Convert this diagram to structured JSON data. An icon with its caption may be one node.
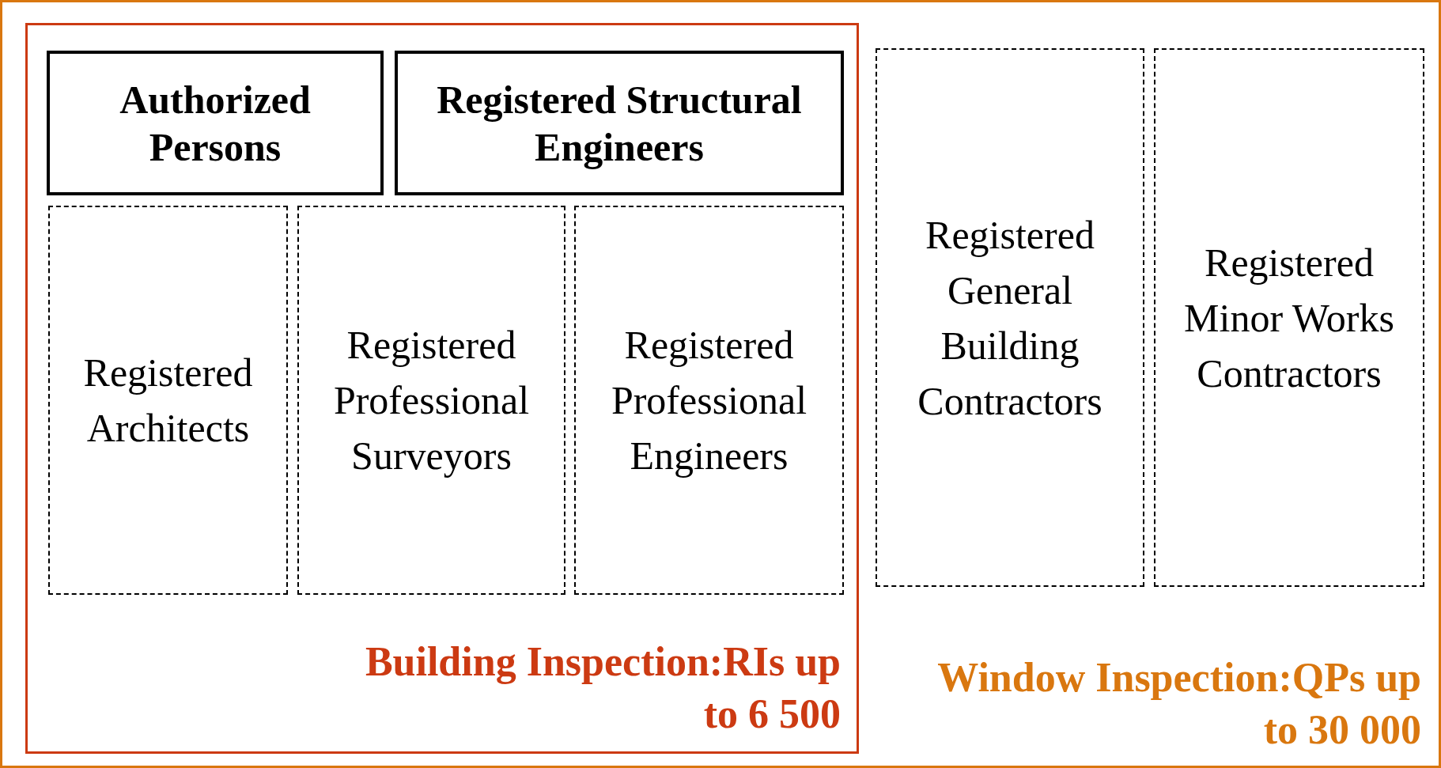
{
  "diagram": {
    "nodes": [
      {
        "text": [
          "Window Inspection:QPs up to 30 000"
        ]
      },
      {
        "text": [
          "Building Inspection:RIs up to 6 500"
        ],
        "in": 0
      },
      {
        "text": [
          "Authorized Persons"
        ],
        "in": 1
      },
      {
        "text": [
          "Registered Structural Engineers"
        ],
        "in": 1
      },
      {
        "text": [
          "Registered Architects"
        ],
        "in": 1
      },
      {
        "text": [
          "Registered Professional Surveyors"
        ],
        "in": 1
      },
      {
        "text": [
          "Registered Professional Engineers"
        ],
        "in": 1
      },
      {
        "text": [
          "Registered General Building Contractors"
        ],
        "in": 0
      },
      {
        "text": [
          "Registered Minor Works Contractors"
        ],
        "in": 0
      }
    ]
  }
}
